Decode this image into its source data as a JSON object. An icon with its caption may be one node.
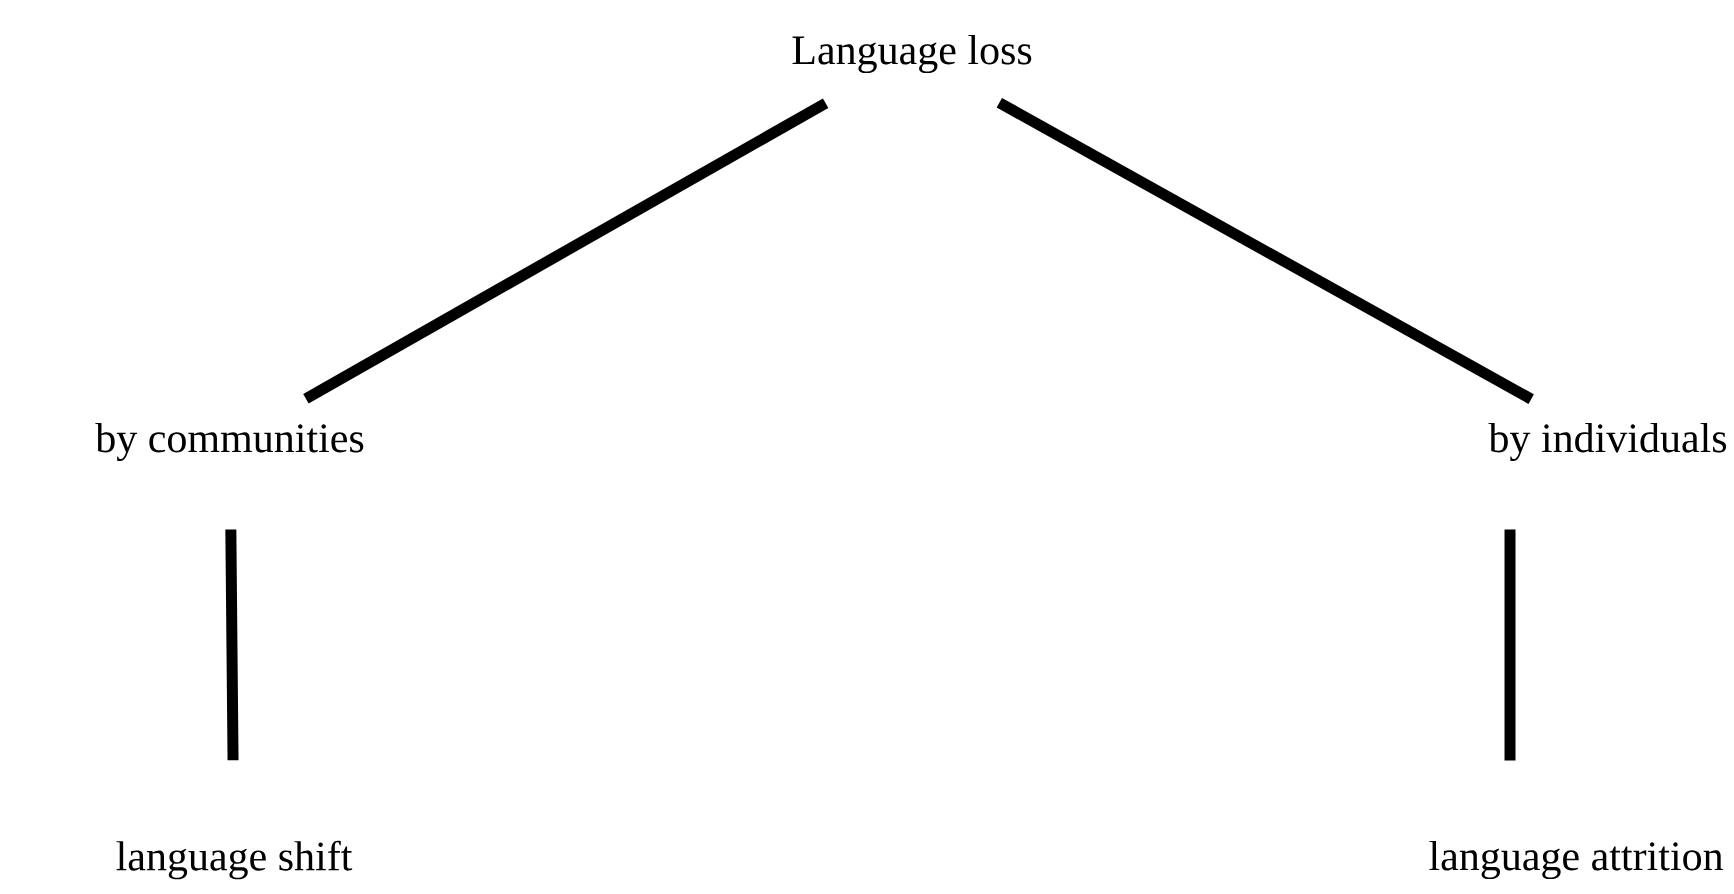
{
  "diagram": {
    "nodes": [
      {
        "text": [
          "Language loss"
        ]
      },
      {
        "text": [
          "by communities"
        ]
      },
      {
        "text": [
          "by individuals"
        ]
      },
      {
        "text": [
          "language shift"
        ]
      },
      {
        "text": [
          "language attrition"
        ]
      }
    ],
    "edges": [
      {
        "from": 0,
        "to": 1,
        "arrow": "none"
      },
      {
        "from": 0,
        "to": 2,
        "arrow": "none"
      },
      {
        "from": 1,
        "to": 3,
        "arrow": "none"
      },
      {
        "from": 2,
        "to": 4,
        "arrow": "none"
      }
    ]
  }
}
